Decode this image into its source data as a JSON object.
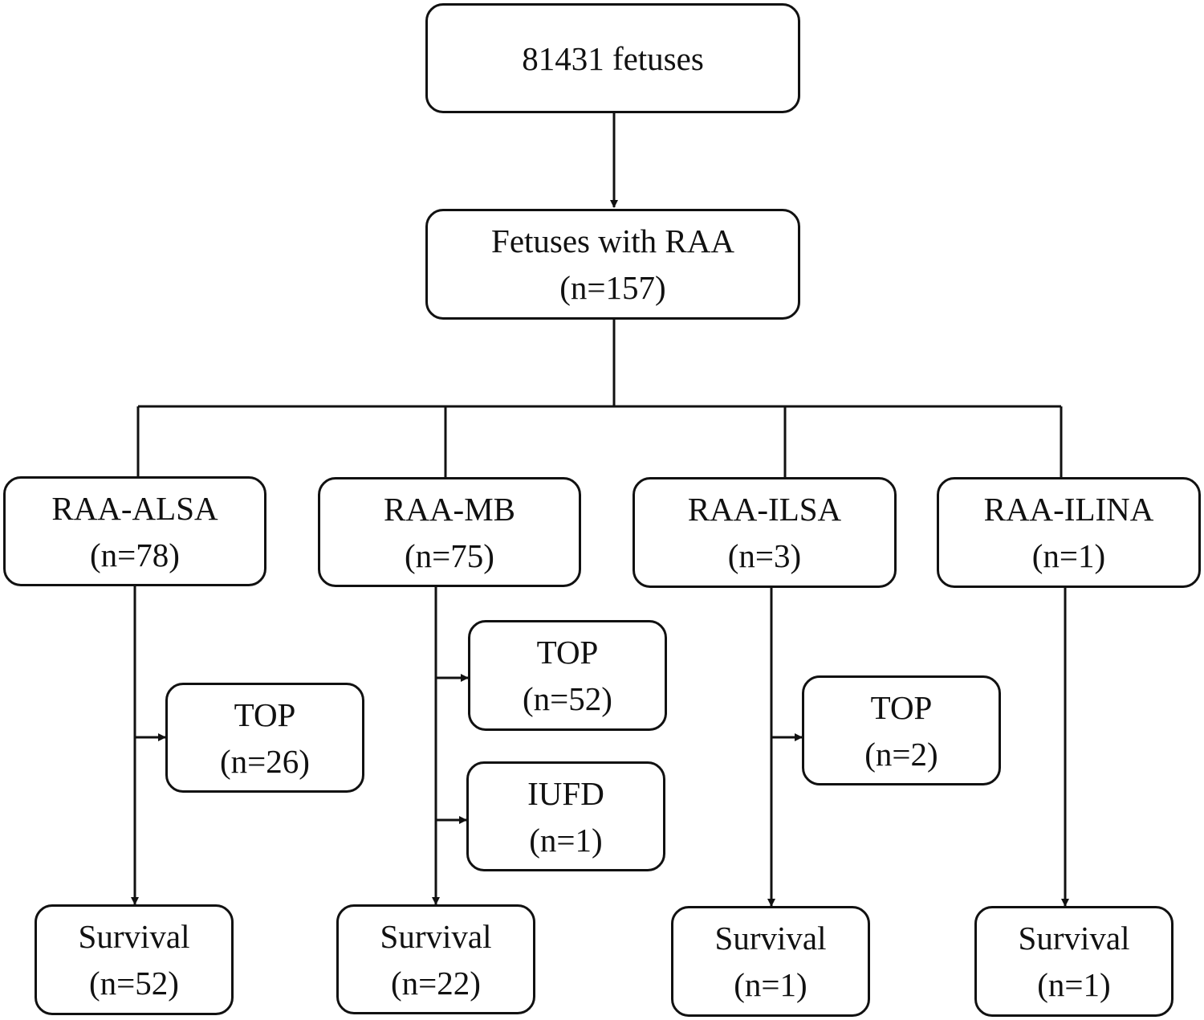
{
  "colors": {
    "stroke": "#111111",
    "background": "#ffffff"
  },
  "root": {
    "line1": "81431 fetuses"
  },
  "raa": {
    "line1": "Fetuses with RAA",
    "line2": "(n=157)"
  },
  "groups": [
    {
      "name": "RAA-ALSA",
      "count": "(n=78)"
    },
    {
      "name": "RAA-MB",
      "count": "(n=75)"
    },
    {
      "name": "RAA-ILSA",
      "count": "(n=3)"
    },
    {
      "name": "RAA-ILINA",
      "count": "(n=1)"
    }
  ],
  "outcomes": {
    "alsa_top": {
      "label": "TOP",
      "count": "(n=26)"
    },
    "mb_top": {
      "label": "TOP",
      "count": "(n=52)"
    },
    "mb_iufd": {
      "label": "IUFD",
      "count": "(n=1)"
    },
    "ilsa_top": {
      "label": "TOP",
      "count": "(n=2)"
    }
  },
  "survival": [
    {
      "label": "Survival",
      "count": "(n=52)"
    },
    {
      "label": "Survival",
      "count": "(n=22)"
    },
    {
      "label": "Survival",
      "count": "(n=1)"
    },
    {
      "label": "Survival",
      "count": "(n=1)"
    }
  ]
}
